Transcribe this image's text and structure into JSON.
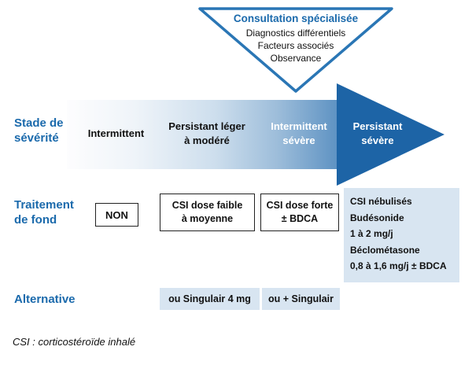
{
  "consultation": {
    "title": "Consultation spécialisée",
    "items": [
      "Diagnostics différentiels",
      "Facteurs associés",
      "Observance"
    ]
  },
  "rows": {
    "severity_label": "Stade de\nsévérité",
    "treatment_label": "Traitement\nde fond",
    "alternative_label": "Alternative"
  },
  "stages": [
    "Intermittent",
    "Persistant léger\nà modéré",
    "Intermittent\nsévère",
    "Persistant\nsévère"
  ],
  "treatment": {
    "none": "NON",
    "csi_low": "CSI dose faible\nà moyenne",
    "csi_high": "CSI dose forte\n± BDCA",
    "nebulized": "CSI nébulisés\nBudésonide\n1 à 2 mg/j\nBéclométasone\n0,8 à 1,6 mg/j ± BDCA"
  },
  "alternative": {
    "singulair_4mg": "ou Singulair 4 mg",
    "plus_singulair": "ou + Singulair"
  },
  "footnote": "CSI : corticostéroïde inhalé",
  "colors": {
    "label_blue": "#1b6aac",
    "arrow_dark_blue": "#1d64a6",
    "light_blue_box": "#d8e5f1",
    "triangle_border": "#2a76b5"
  }
}
